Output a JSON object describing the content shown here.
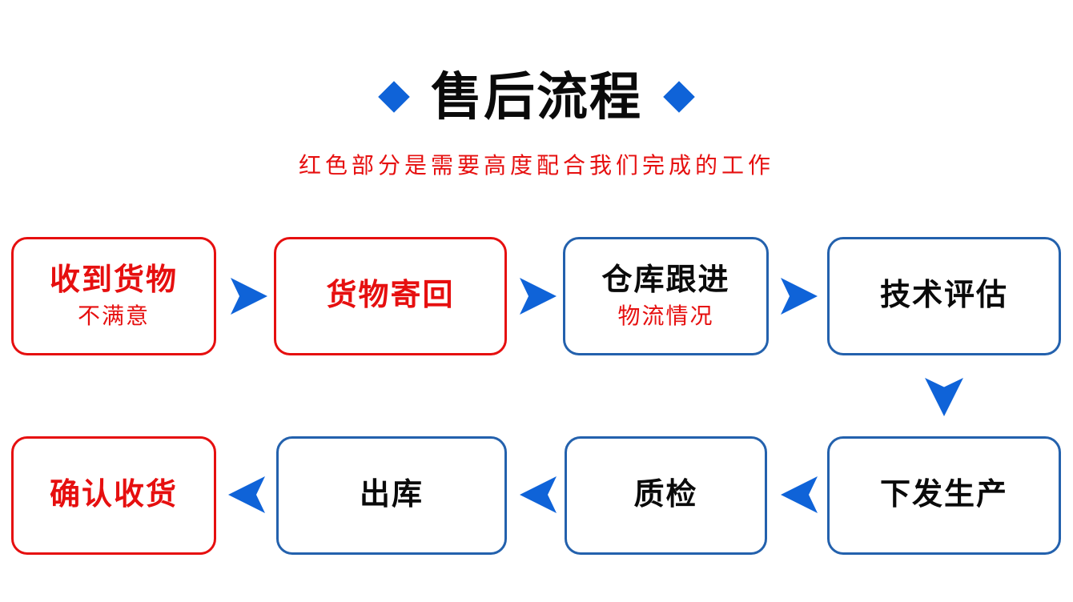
{
  "title": {
    "text": "售后流程",
    "subtitle": "红色部分是需要高度配合我们完成的工作"
  },
  "colors": {
    "accent_blue": "#0f63d8",
    "border_blue": "#2361ad",
    "red": "#e60f0f",
    "text_black": "#0a0a0a"
  },
  "flow": {
    "row1": [
      {
        "label": "收到货物",
        "sublabel": "不满意",
        "style": "red"
      },
      {
        "label": "货物寄回",
        "sublabel": "",
        "style": "red"
      },
      {
        "label": "仓库跟进",
        "sublabel": "物流情况",
        "style": "blue"
      },
      {
        "label": "技术评估",
        "sublabel": "",
        "style": "blue"
      }
    ],
    "row2": [
      {
        "label": "下发生产",
        "sublabel": "",
        "style": "blue"
      },
      {
        "label": "质检",
        "sublabel": "",
        "style": "blue"
      },
      {
        "label": "出库",
        "sublabel": "",
        "style": "blue"
      },
      {
        "label": "确认收货",
        "sublabel": "",
        "style": "red"
      }
    ]
  }
}
